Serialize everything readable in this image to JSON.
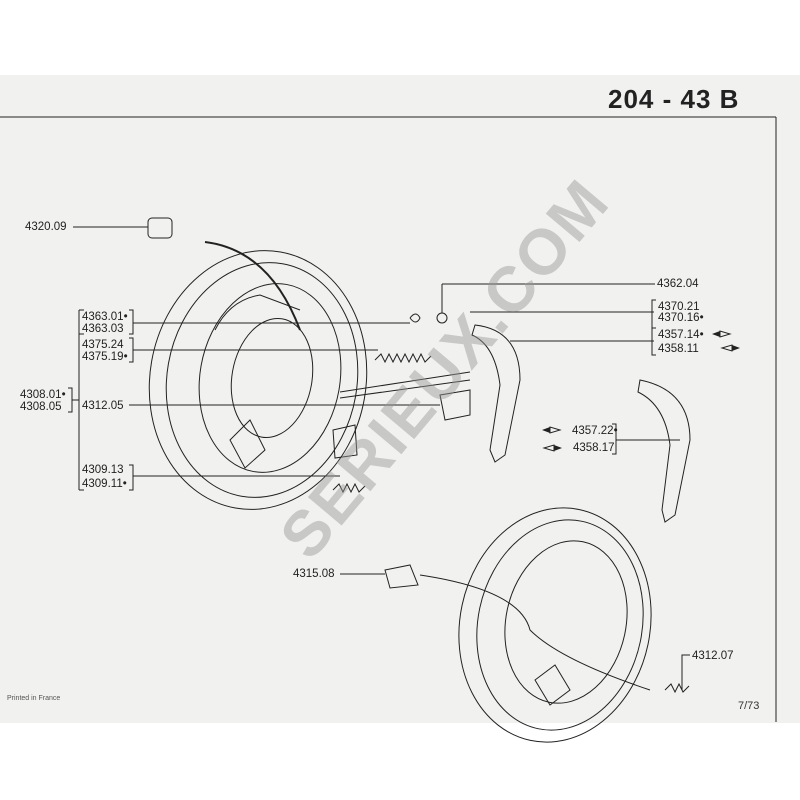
{
  "title": {
    "model": "204",
    "sep": "-",
    "plate": "43 B"
  },
  "labels": {
    "l4320_09": "4320.09",
    "l4363_01": "4363.01•",
    "l4363_03": "4363.03",
    "l4375_24": "4375.24",
    "l4375_19": "4375.19•",
    "l4308_01": "4308.01•",
    "l4308_05": "4308.05",
    "l4312_05": "4312.05",
    "l4309_13": "4309.13",
    "l4309_11": "4309.11•",
    "l4362_04": "4362.04",
    "l4370_21": "4370.21",
    "l4370_16": "4370.16•",
    "l4357_14": "4357.14•",
    "l4358_11": "4358.11",
    "l4357_22": "4357.22•",
    "l4358_17": "4358.17",
    "l4315_08": "4315.08",
    "l4312_07": "4312.07"
  },
  "footer": {
    "printed": "Printed in France",
    "page": "7/73"
  },
  "watermark": "SERIEUX.COM"
}
